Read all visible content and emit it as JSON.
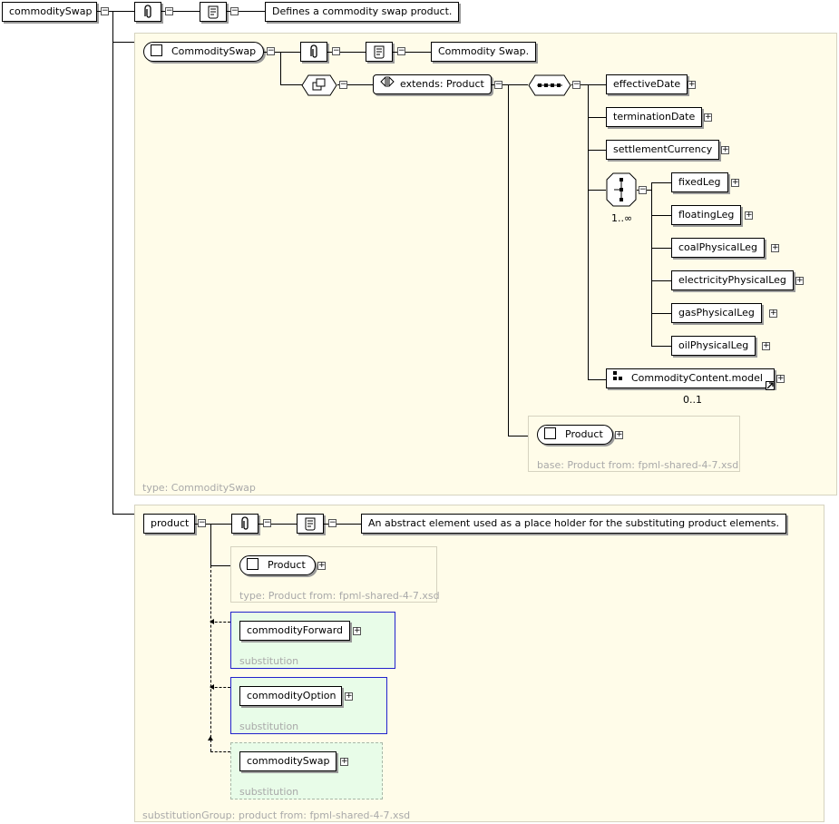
{
  "root": {
    "name": "commoditySwap",
    "doc": "Defines a commodity swap product."
  },
  "complex_type": {
    "name": "CommoditySwap",
    "doc": "Commodity Swap.",
    "extends": "extends: Product",
    "type_label": "type: CommoditySwap",
    "sequence_children": [
      "effectiveDate",
      "terminationDate",
      "settlementCurrency"
    ],
    "choice_occurrence": "1..∞",
    "choice_children": [
      "fixedLeg",
      "floatingLeg",
      "coalPhysicalLeg",
      "electricityPhysicalLeg",
      "gasPhysicalLeg",
      "oilPhysicalLeg"
    ],
    "group_ref": "CommodityContent.model",
    "group_occurrence": "0..1",
    "base_element": "Product",
    "base_label": "base: Product from: fpml-shared-4-7.xsd"
  },
  "substitution_group": {
    "head": "product",
    "doc": "An abstract element used as a place holder for the substituting product elements.",
    "type_element": "Product",
    "type_label": "type: Product from: fpml-shared-4-7.xsd",
    "members": [
      {
        "name": "commodityForward",
        "label": "substitution"
      },
      {
        "name": "commodityOption",
        "label": "substitution"
      },
      {
        "name": "commoditySwap",
        "label": "substitution"
      }
    ],
    "footer": "substitutionGroup: product from: fpml-shared-4-7.xsd"
  },
  "icons": {
    "collapse": "−",
    "expand": "+",
    "annotation": "annotation-icon",
    "documentation": "documentation-icon",
    "sequence": "sequence-icon",
    "choice": "choice-icon",
    "complex_content": "complex-content-icon",
    "extension": "extension-icon"
  },
  "colors": {
    "panel": "#fffce9",
    "substitution_panel": "#e8fce8",
    "substitution_border": "#2222cc"
  }
}
